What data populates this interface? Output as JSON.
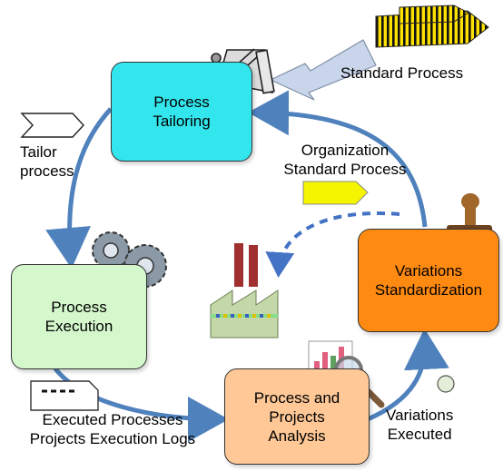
{
  "colors": {
    "tailoring": "#33e6ee",
    "execution": "#d4f7cc",
    "analysis": "#ffc896",
    "standardization": "#ff8a12",
    "cycle_arrow": "#4f81bd",
    "input_arrow": "#c9d5ea",
    "dashed_arrow": "#4472c4"
  },
  "labels": {
    "standard_process": "Standard Process",
    "tailor_process": "Tailor\nprocess",
    "organization_standard_process": "Organization\nStandard Process",
    "executed_logs": "Executed Processes\nProjects Execution Logs",
    "variations_executed": "Variations\nExecuted"
  },
  "boxes": {
    "tailoring": "Process\nTailoring",
    "execution": "Process\nExecution",
    "analysis": "Process and\nProjects\nAnalysis",
    "standardization": "Variations\nStandardization"
  },
  "icons": {
    "standard_process": "striped-flag-icon",
    "tailoring": "drafting-tools-icon",
    "tailor": "outlined-flag-icon",
    "org_standard": "yellow-flag-icon",
    "execution": "gears-icon",
    "factory": "factory-icon",
    "analysis": "chart-magnifier-icon",
    "standardization": "rubber-stamp-icon",
    "logs": "document-icon",
    "variations": "circle-icon"
  }
}
